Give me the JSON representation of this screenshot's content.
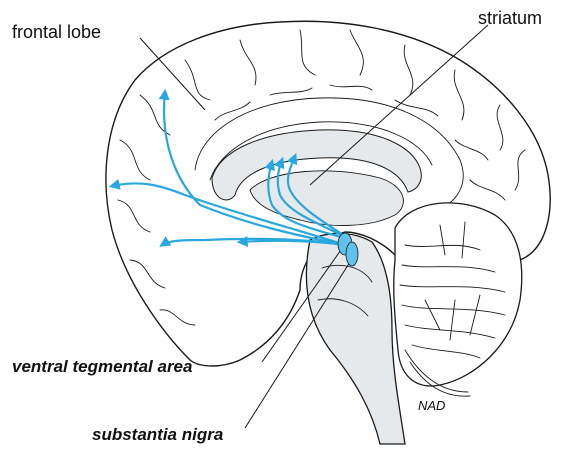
{
  "labels": {
    "frontal_lobe": "frontal lobe",
    "striatum": "striatum",
    "ventral_tegmental_area": "ventral tegmental area",
    "substantia_nigra": "substantia nigra",
    "signature": "NAD"
  },
  "colors": {
    "pathway": "#29a8e0",
    "nucleus_fill": "#5fc1ec",
    "deep_structure_fill": "#e6e9eb",
    "outline": "#1a1a1a"
  }
}
